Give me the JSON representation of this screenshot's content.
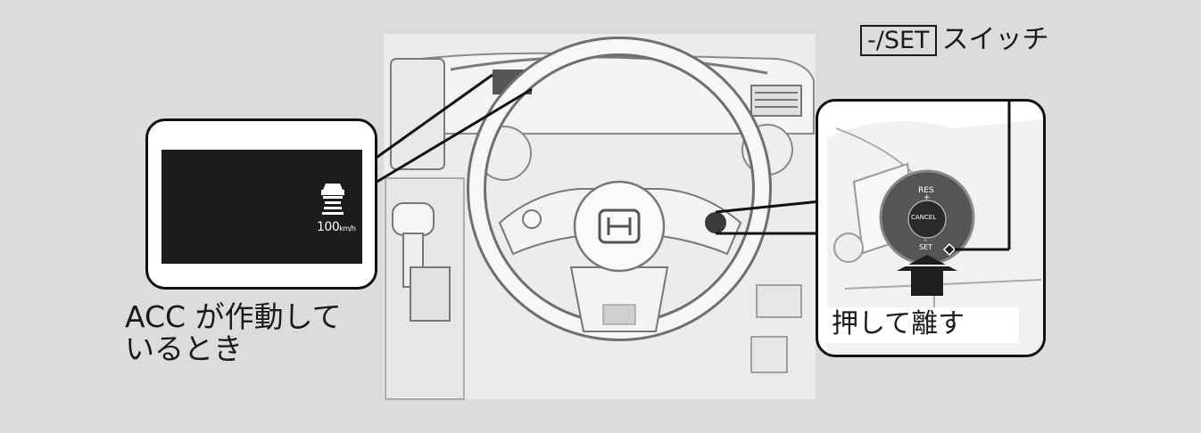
{
  "display": {
    "speed_value": "100",
    "speed_unit": "km/h"
  },
  "labels": {
    "acc_line1": "ACC が作動して",
    "acc_line2": "いるとき",
    "set_key": "-/SET",
    "switch_word": "スイッチ",
    "push_release": "押して離す"
  },
  "switch_buttons": {
    "res": "RES",
    "plus": "+",
    "cancel": "CANCEL",
    "minus": "–",
    "set": "SET"
  },
  "colors": {
    "background": "#dcdcdc",
    "line": "#111111",
    "lcd": "#1c1c1c",
    "switch": "#2a2a2a"
  }
}
